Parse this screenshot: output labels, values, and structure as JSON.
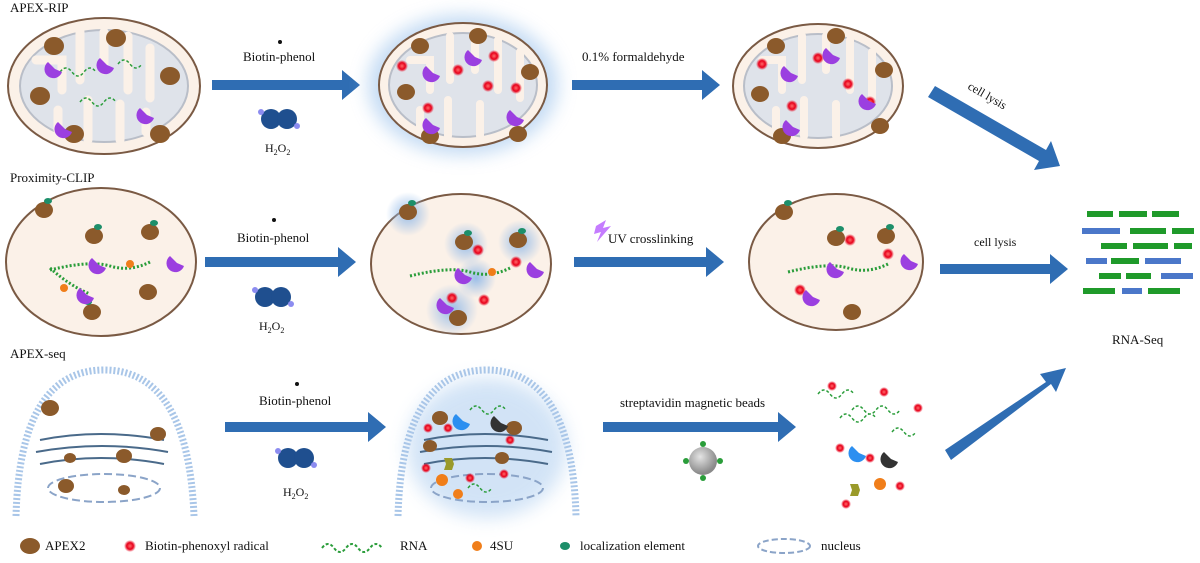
{
  "rows": {
    "apex_rip": {
      "title": "APEX-RIP",
      "step1": "Biotin-phenol",
      "h2o2": "H",
      "h2o2_sub": "2",
      "h2o2_o": "O",
      "h2o2_sub2": "2",
      "step2": "0.1% formaldehyde",
      "step3": "cell lysis"
    },
    "proximity_clip": {
      "title": "Proximity-CLIP",
      "step1": "Biotin-phenol",
      "h2o2": "H",
      "h2o2_sub": "2",
      "h2o2_o": "O",
      "h2o2_sub2": "2",
      "step2": "UV crosslinking",
      "step3": "cell lysis"
    },
    "apex_seq": {
      "title": "APEX-seq",
      "step1": "Biotin-phenol",
      "h2o2": "H",
      "h2o2_sub": "2",
      "h2o2_o": "O",
      "h2o2_sub2": "2",
      "step2": "streptavidin magnetic beads"
    }
  },
  "output_label": "RNA-Seq",
  "legend": {
    "apex2": "APEX2",
    "radical": "Biotin-phenoxyl radical",
    "rna": "RNA",
    "su4": "4SU",
    "loc": "localization element",
    "nucleus": "nucleus"
  },
  "colors": {
    "arrow": "#2f6db3",
    "apex2": "#8b5a2b",
    "radical": "#d4001a",
    "rna": "#2a9d3a",
    "su4": "#f07e1a",
    "loc": "#1d8f6a",
    "purple": "#9b3fe0",
    "seq_green": "#1f9a2a",
    "seq_blue": "#4b77c9"
  }
}
